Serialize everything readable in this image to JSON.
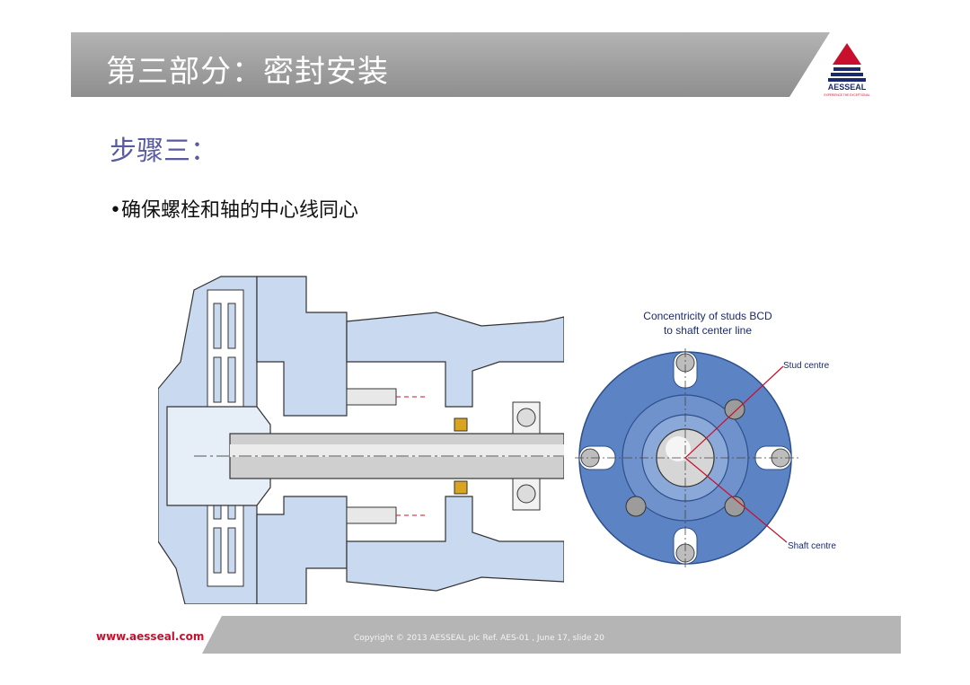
{
  "header": {
    "title": "第三部分：密封安装"
  },
  "logo": {
    "brand": "AESSEAL",
    "tagline": "EXPERIENCE THE EXCEPTIONAL"
  },
  "content": {
    "step_heading": "步骤三：",
    "bullet": "•确保螺栓和轴的中心线同心"
  },
  "diagram": {
    "caption_line1": "Concentricity of studs BCD",
    "caption_line2": "to shaft center line",
    "label_stud": "Stud centre",
    "label_shaft": "Shaft centre"
  },
  "footer": {
    "url": "www.aesseal.com",
    "copyright": "Copyright © 2013 AESSEAL plc Ref. AES-01 , June 17, slide 20"
  },
  "colors": {
    "band": "#9e9e9e",
    "accent": "#c8102e",
    "navy": "#1b2a6b",
    "part_fill": "#c9d9ef"
  }
}
